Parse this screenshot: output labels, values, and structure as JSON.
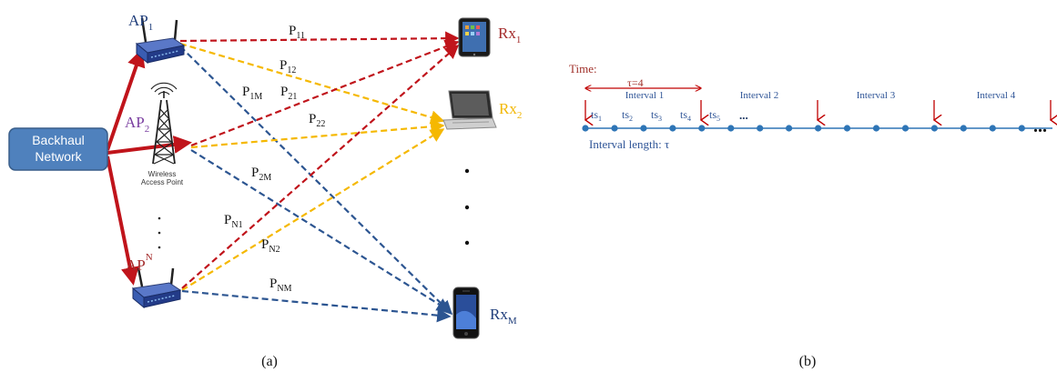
{
  "panel_a": {
    "caption": "(a)",
    "backhaul": [
      "Backhaul",
      "Network"
    ],
    "access_point_label": [
      "Wireless",
      "Access Point"
    ],
    "nodes": {
      "ap1": {
        "base": "AP",
        "sub": "1",
        "color": "#1f3d7a"
      },
      "ap2": {
        "base": "AP",
        "sub": "2",
        "color": "#7a3fa0"
      },
      "apn": {
        "base": "AP",
        "sub": "N",
        "color": "#a32a2a"
      },
      "rx1": {
        "base": "Rx",
        "sub": "1",
        "color": "#a32a2a"
      },
      "rx2": {
        "base": "Rx",
        "sub": "2",
        "color": "#f2b705"
      },
      "rxm": {
        "base": "Rx",
        "sub": "M",
        "color": "#1f3d7a"
      }
    },
    "links": [
      {
        "base": "P",
        "sub": "11"
      },
      {
        "base": "P",
        "sub": "12"
      },
      {
        "base": "P",
        "sub": "1M"
      },
      {
        "base": "P",
        "sub": "21"
      },
      {
        "base": "P",
        "sub": "22"
      },
      {
        "base": "P",
        "sub": "2M"
      },
      {
        "base": "P",
        "sub": "N1"
      },
      {
        "base": "P",
        "sub": "N2"
      },
      {
        "base": "P",
        "sub": "NM"
      }
    ],
    "colors": {
      "red": "#c0141b",
      "yellow": "#f5b800",
      "blue": "#2c5591",
      "backhaul_box": "#4f81bd"
    }
  },
  "panel_b": {
    "caption": "(b)",
    "time_label": "Time:",
    "tau_label": "τ=4",
    "interval_length": "Interval length: τ",
    "intervals": [
      "Interval 1",
      "Interval 2",
      "Interval 3",
      "Interval 4"
    ],
    "timeslots": [
      {
        "base": "ts",
        "sub": "1"
      },
      {
        "base": "ts",
        "sub": "2"
      },
      {
        "base": "ts",
        "sub": "3"
      },
      {
        "base": "ts",
        "sub": "4"
      },
      {
        "base": "ts",
        "sub": "5"
      }
    ],
    "slot_ellipsis": "...",
    "trailing_ellipsis": "...",
    "colors": {
      "line": "#2e75b6",
      "arrow": "#c00000",
      "text_blue": "#2f5597",
      "time_red": "#a0302a"
    }
  }
}
